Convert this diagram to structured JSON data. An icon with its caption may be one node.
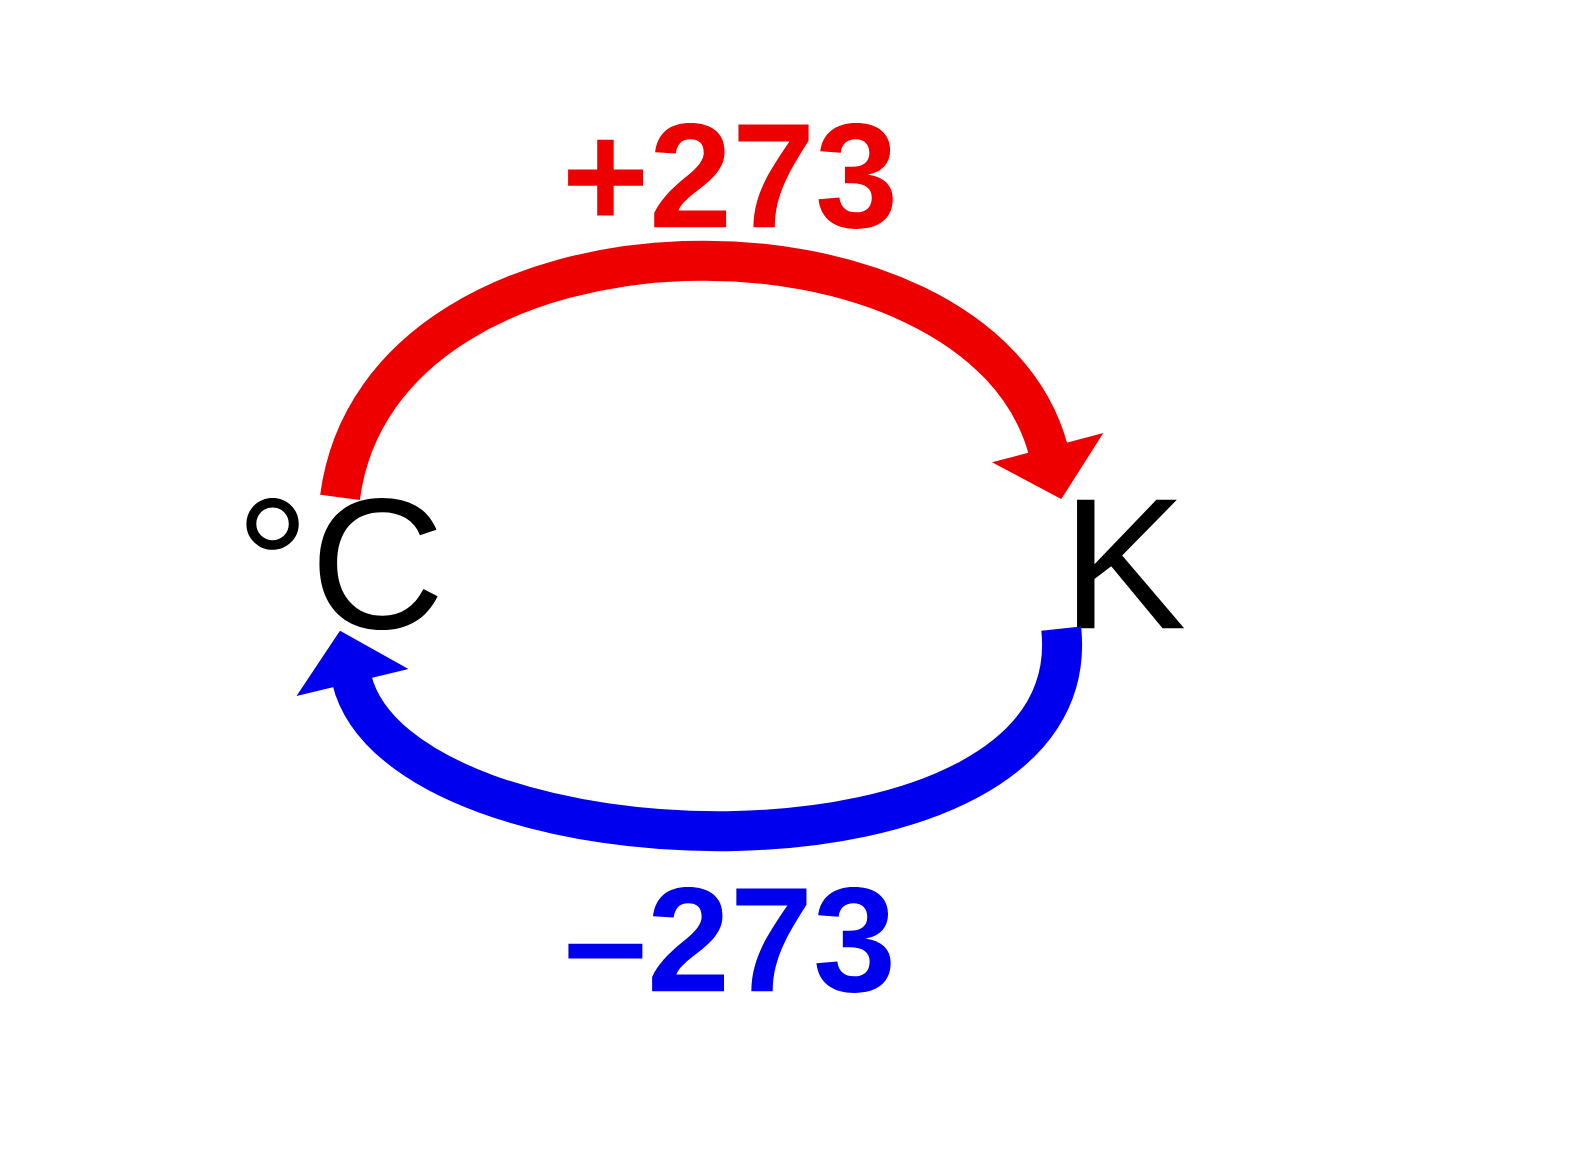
{
  "diagram": {
    "nodes": [
      {
        "text": [
          "°C"
        ]
      },
      {
        "text": [
          "K"
        ]
      }
    ],
    "edges": [
      {
        "from": 0,
        "to": 1,
        "arrow": "to",
        "label": "+273",
        "color": "#ee0000"
      },
      {
        "from": 1,
        "to": 0,
        "arrow": "to",
        "label": "–273",
        "color": "#0000ee"
      }
    ]
  }
}
